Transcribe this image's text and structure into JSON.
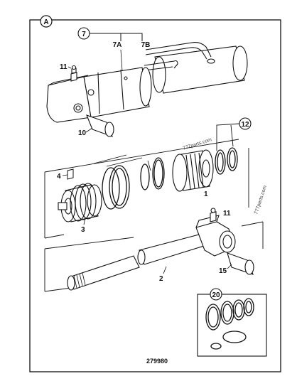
{
  "diagram": {
    "section_label": "A",
    "drawing_number": "279980",
    "watermark": "777parts.com",
    "callouts": {
      "c7": "7",
      "c7a": "7A",
      "c7b": "7B",
      "c11_top": "11",
      "c10": "10",
      "c12": "12",
      "c4": "4",
      "c1": "1",
      "c3": "3",
      "c11_bottom": "11",
      "c2": "2",
      "c15": "15",
      "c20": "20"
    }
  }
}
